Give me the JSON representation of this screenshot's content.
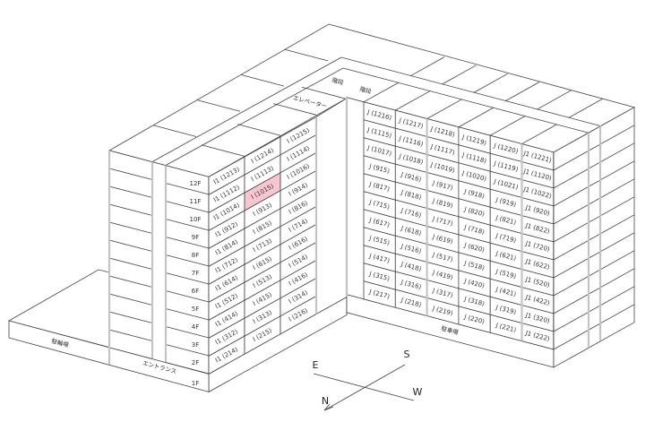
{
  "labels": {
    "elevator": "エレベーター",
    "stairs_1": "階段",
    "stairs_2": "階段",
    "entrance": "エントランス",
    "bicycle_parking": "駐輪場",
    "parking": "駐車場"
  },
  "floors": [
    "12F",
    "11F",
    "10F",
    "9F",
    "8F",
    "7F",
    "6F",
    "5F",
    "4F",
    "3F",
    "2F",
    "1F"
  ],
  "block_i": {
    "highlighted": "I (1015)",
    "columns": [
      [
        "I1 (1213)",
        "I1 (1112)",
        "I1 (1014)",
        "I1 (912)",
        "I1 (814)",
        "I1 (712)",
        "I1 (614)",
        "I1 (512)",
        "I1 (414)",
        "I1 (312)",
        "I1 (214)"
      ],
      [
        "I (1214)",
        "I (1113)",
        "I (1015)",
        "I (913)",
        "I (815)",
        "I (713)",
        "I (615)",
        "I (513)",
        "I (415)",
        "I (313)",
        "I (215)"
      ],
      [
        "I (1215)",
        "I (1114)",
        "I (1016)",
        "I (914)",
        "I (816)",
        "I (714)",
        "I (616)",
        "I (514)",
        "I (416)",
        "I (314)",
        "I (216)"
      ]
    ]
  },
  "block_j": {
    "columns": [
      [
        "J (1216)",
        "J (1115)",
        "J (1017)",
        "J (915)",
        "J (817)",
        "J (715)",
        "J (617)",
        "J (515)",
        "J (417)",
        "J (315)",
        "J (217)"
      ],
      [
        "J (1217)",
        "J (1116)",
        "J (1018)",
        "J (916)",
        "J (818)",
        "J (716)",
        "J (618)",
        "J (516)",
        "J (418)",
        "J (316)",
        "J (218)"
      ],
      [
        "J (1218)",
        "J (1117)",
        "J (1019)",
        "J (917)",
        "J (819)",
        "J (717)",
        "J (619)",
        "J (517)",
        "J (419)",
        "J (317)",
        "J (219)"
      ],
      [
        "J (1219)",
        "J (1118)",
        "J (1020)",
        "J (918)",
        "J (820)",
        "J (718)",
        "J (620)",
        "J (518)",
        "J (420)",
        "J (318)",
        "J (220)"
      ],
      [
        "J (1220)",
        "J (1119)",
        "J (1021)",
        "J (919)",
        "J (821)",
        "J (719)",
        "J (621)",
        "J (519)",
        "J (421)",
        "J (319)",
        "J (221)"
      ],
      [
        "J1 (1221)",
        "J1 (1120)",
        "J1 (1022)",
        "J1 (920)",
        "J1 (822)",
        "J1 (720)",
        "J1 (622)",
        "J1 (520)",
        "J1 (422)",
        "J1 (320)",
        "J1 (222)"
      ]
    ]
  },
  "compass": {
    "east": "E",
    "south": "S",
    "west": "W",
    "north": "N"
  },
  "colors": {
    "highlight": "#f8c6d0",
    "pillar": "#c4c4c4",
    "line": "#444444"
  }
}
